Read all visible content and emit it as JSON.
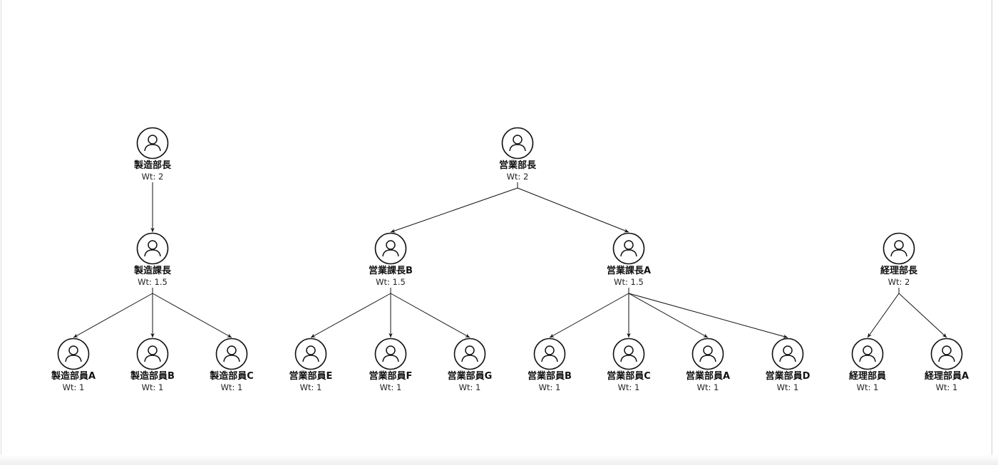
{
  "nodes": [
    {
      "id": "mfg_head",
      "name": "製造部長",
      "weight": "Wt: 2"
    },
    {
      "id": "mfg_mgr",
      "name": "製造課長",
      "weight": "Wt: 1.5"
    },
    {
      "id": "mfg_a",
      "name": "製造部員A",
      "weight": "Wt: 1"
    },
    {
      "id": "mfg_b",
      "name": "製造部員B",
      "weight": "Wt: 1"
    },
    {
      "id": "mfg_c",
      "name": "製造部員C",
      "weight": "Wt: 1"
    },
    {
      "id": "sales_head",
      "name": "営業部長",
      "weight": "Wt: 2"
    },
    {
      "id": "sales_mgr_b",
      "name": "営業課長B",
      "weight": "Wt: 1.5"
    },
    {
      "id": "sales_mgr_a",
      "name": "営業課長A",
      "weight": "Wt: 1.5"
    },
    {
      "id": "sales_e",
      "name": "営業部員E",
      "weight": "Wt: 1"
    },
    {
      "id": "sales_f",
      "name": "営業部員F",
      "weight": "Wt: 1"
    },
    {
      "id": "sales_g",
      "name": "営業部員G",
      "weight": "Wt: 1"
    },
    {
      "id": "sales_b",
      "name": "営業部員B",
      "weight": "Wt: 1"
    },
    {
      "id": "sales_c",
      "name": "営業部員C",
      "weight": "Wt: 1"
    },
    {
      "id": "sales_a",
      "name": "営業部員A",
      "weight": "Wt: 1"
    },
    {
      "id": "sales_d",
      "name": "営業部員D",
      "weight": "Wt: 1"
    },
    {
      "id": "acct_head",
      "name": "経理部長",
      "weight": "Wt: 2"
    },
    {
      "id": "acct_x",
      "name": "経理部員",
      "weight": "Wt: 1"
    },
    {
      "id": "acct_a",
      "name": "経理部員A",
      "weight": "Wt: 1"
    }
  ],
  "edges": [
    [
      "mfg_head",
      "mfg_mgr"
    ],
    [
      "mfg_mgr",
      "mfg_a"
    ],
    [
      "mfg_mgr",
      "mfg_b"
    ],
    [
      "mfg_mgr",
      "mfg_c"
    ],
    [
      "sales_head",
      "sales_mgr_b"
    ],
    [
      "sales_head",
      "sales_mgr_a"
    ],
    [
      "sales_mgr_b",
      "sales_e"
    ],
    [
      "sales_mgr_b",
      "sales_f"
    ],
    [
      "sales_mgr_b",
      "sales_g"
    ],
    [
      "sales_mgr_a",
      "sales_b"
    ],
    [
      "sales_mgr_a",
      "sales_c"
    ],
    [
      "sales_mgr_a",
      "sales_a"
    ],
    [
      "sales_mgr_a",
      "sales_d"
    ],
    [
      "acct_head",
      "acct_x"
    ],
    [
      "acct_head",
      "acct_a"
    ]
  ]
}
